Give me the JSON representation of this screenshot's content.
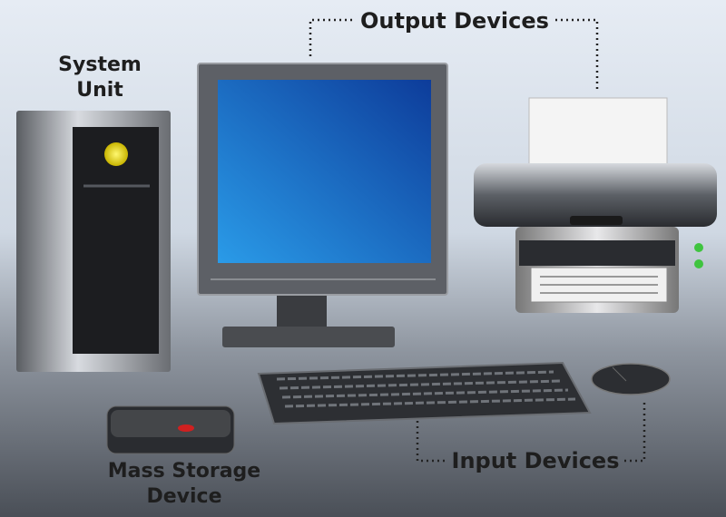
{
  "labels": {
    "system_unit": [
      "System",
      "Unit"
    ],
    "output_devices": "Output Devices",
    "input_devices": "Input Devices",
    "mass_storage": [
      "Mass Storage",
      "Device"
    ]
  },
  "colors": {
    "screen": "#1a6fd0",
    "power_light": "#e8d800",
    "led": "#3fc43f",
    "drive_light": "#d02020"
  }
}
